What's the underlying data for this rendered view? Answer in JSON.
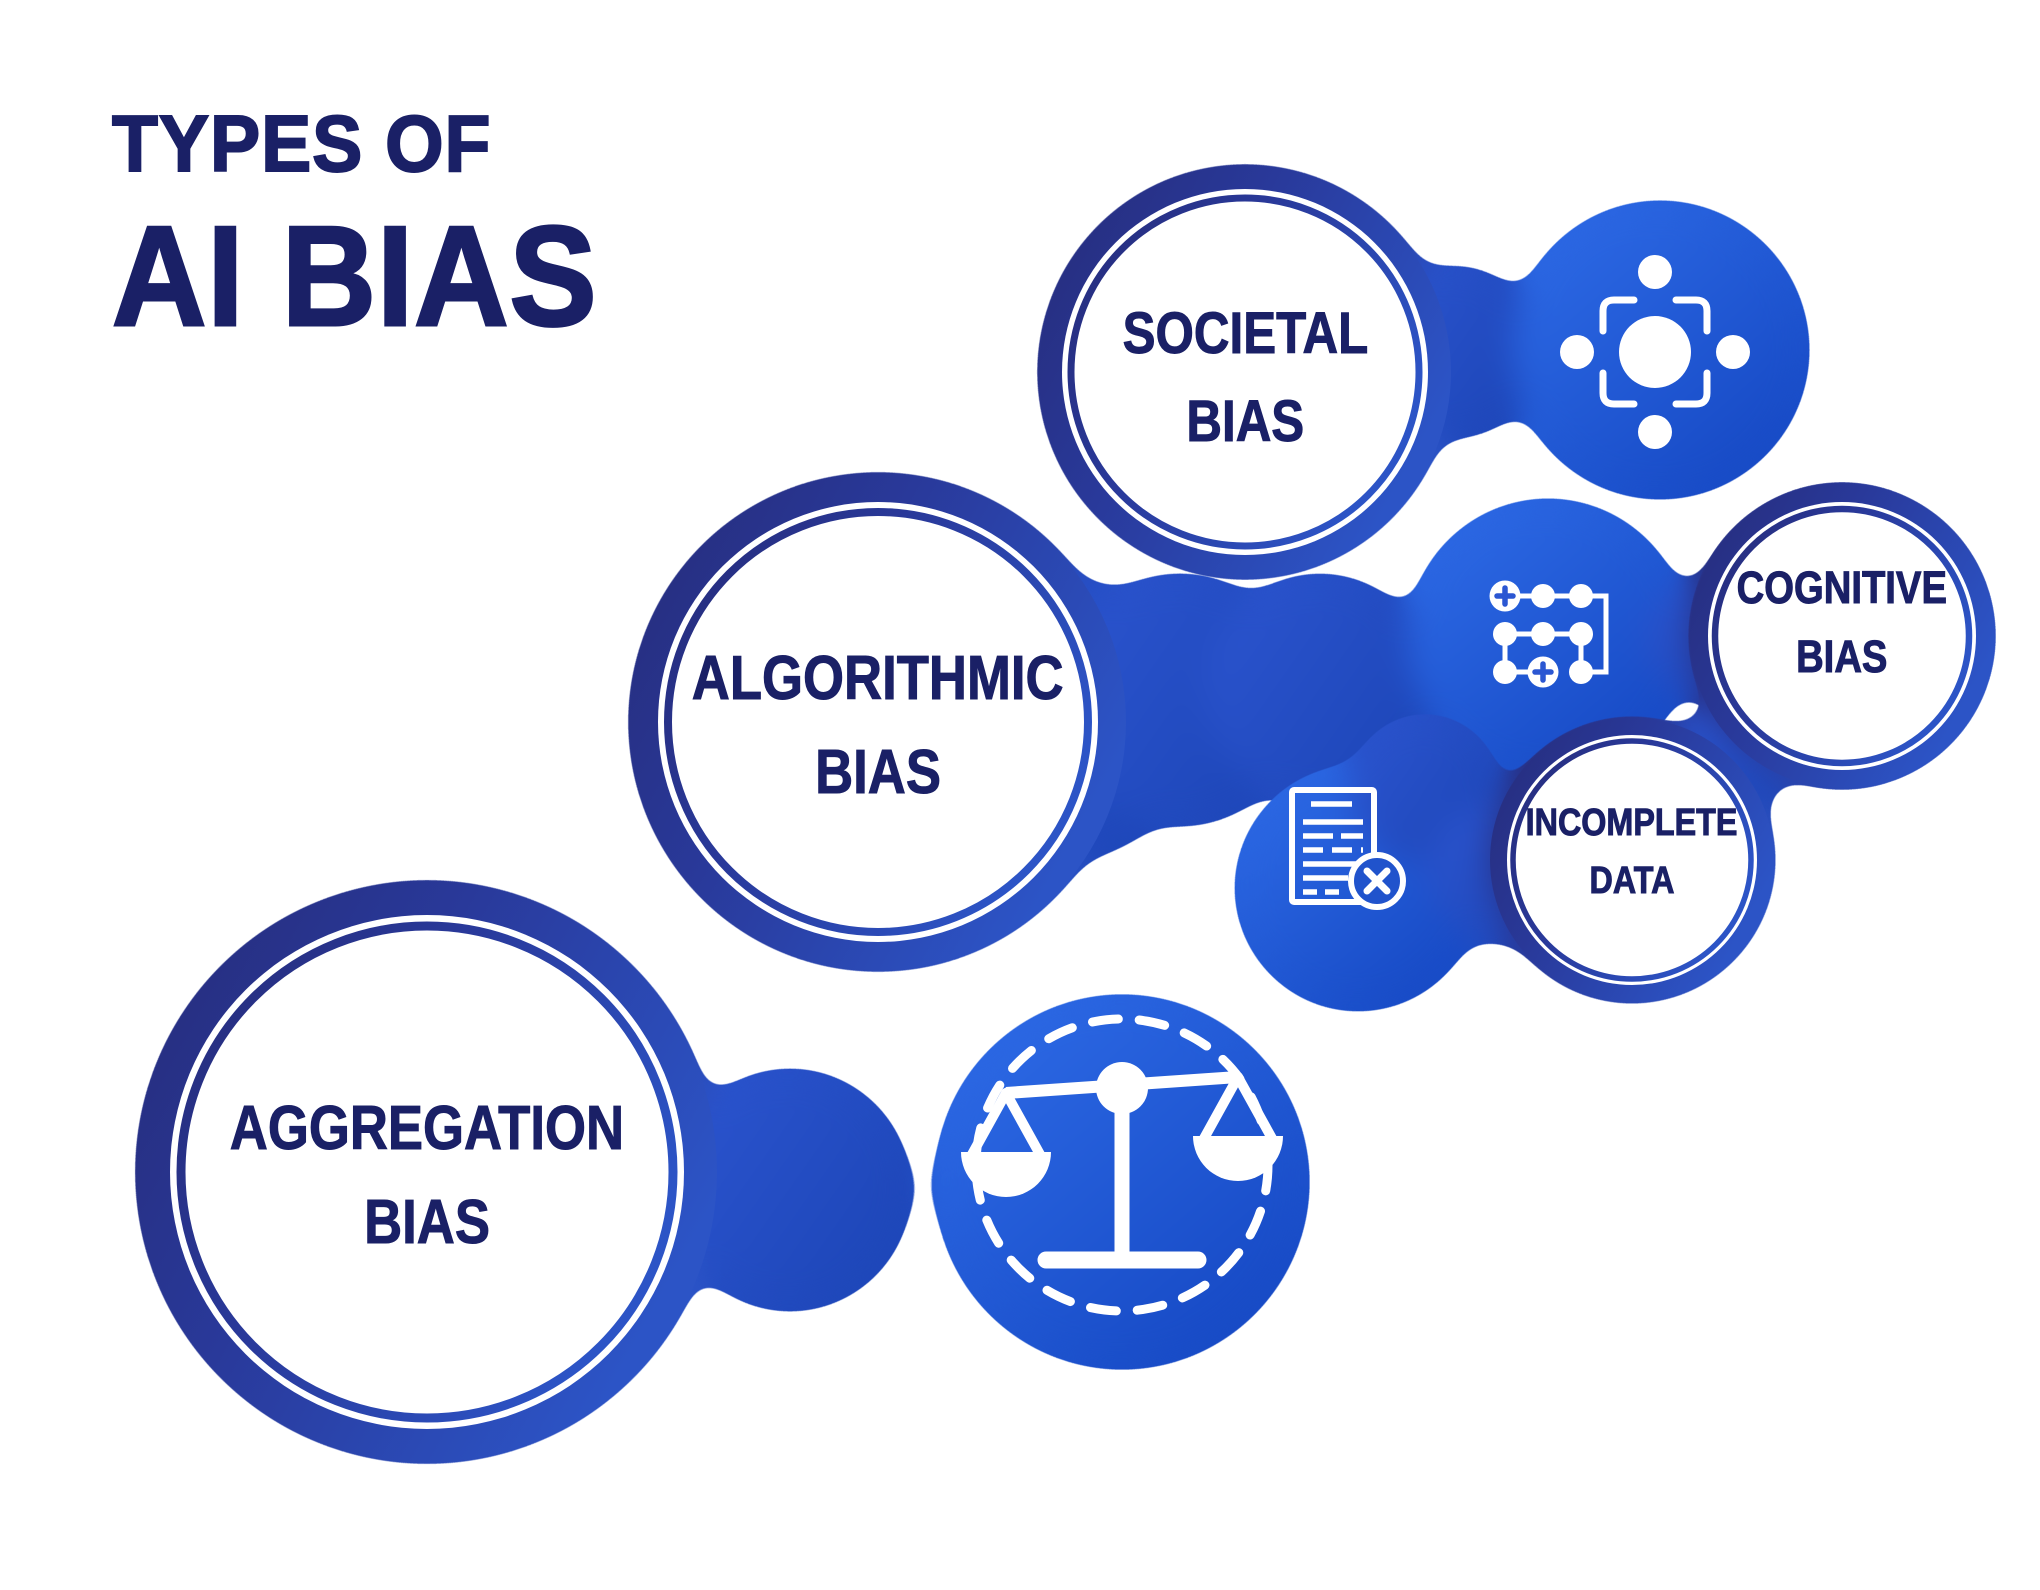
{
  "title": {
    "line1": "TYPES OF",
    "line2": "AI BIAS"
  },
  "nodes": {
    "societal": {
      "line1": "SOCIETAL",
      "line2": "BIAS"
    },
    "algorithmic": {
      "line1": "ALGORITHMIC",
      "line2": "BIAS"
    },
    "cognitive": {
      "line1": "COGNITIVE",
      "line2": "BIAS"
    },
    "incomplete": {
      "line1": "INCOMPLETE",
      "line2": "DATA"
    },
    "aggregation": {
      "line1": "AGGREGATION",
      "line2": "BIAS"
    }
  },
  "icons": [
    "people-table-icon",
    "algorithm-grid-icon",
    "document-error-icon",
    "scales-icon"
  ],
  "colors": {
    "background": "#ffffff",
    "navy_text": "#1a2066",
    "ring_dark": "#262b78",
    "ring_blue": "#2c54c6",
    "band_blue_light": "#2c55d0",
    "band_blue_deep": "#1d46b8",
    "vivid_blue_light": "#2f6de9",
    "vivid_blue_deep": "#1547c2",
    "icon_white": "#ffffff"
  }
}
